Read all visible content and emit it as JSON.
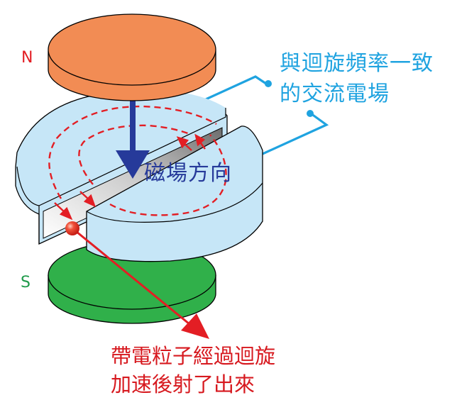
{
  "labels": {
    "north_pole": "N",
    "south_pole": "S",
    "ac_field_line1": "與迴旋頻率一致",
    "ac_field_line2": "的交流電場",
    "magnetic_direction": "磁場方向",
    "particle_line1": "帶電粒子經過迴旋",
    "particle_line2": "加速後射了出來"
  },
  "colors": {
    "north_magnet": "#f28c54",
    "south_magnet": "#30b04a",
    "dee": "#c6e6f7",
    "wire": "#1fa3e0",
    "field_arrow": "#263a9a",
    "particle_path": "#e31e24",
    "north_label": "#e31e24",
    "south_label": "#1f9a4a",
    "ac_label": "#1fa3e0",
    "particle_label": "#d7191f"
  }
}
